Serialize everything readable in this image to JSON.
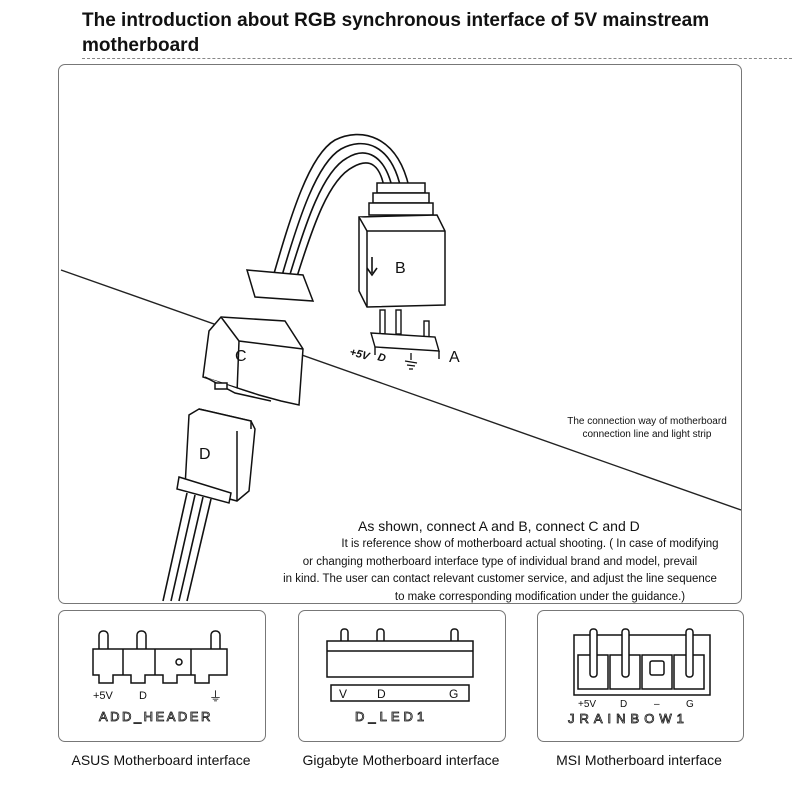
{
  "title": "The introduction about RGB synchronous interface of 5V mainstream motherboard",
  "main": {
    "labels": {
      "a": "A",
      "b": "B",
      "c": "C",
      "d": "D"
    },
    "pin_labels": {
      "plus5v": "+5V",
      "d": "D"
    },
    "note_line1": "The connection way of motherboard",
    "note_line2": "connection line and light strip",
    "connect_text": "As shown, connect A and B, connect C and D",
    "reference_lines": [
      "It is reference show of motherboard actual shooting. ( In case of modifying",
      "or changing motherboard interface type of individual brand and model, prevail",
      "in kind. The user can contact relevant customer service, and  adjust the line sequence",
      "to make corresponding modification under the guidance.)"
    ]
  },
  "interfaces": [
    {
      "brand_caption": "ASUS Motherboard interface",
      "header_name": "ADD_HEADER",
      "pins": [
        "+5V",
        "D",
        "",
        "⏚"
      ]
    },
    {
      "brand_caption": "Gigabyte Motherboard interface",
      "header_name": "D_LED1",
      "pins": [
        "V",
        "D",
        "G"
      ]
    },
    {
      "brand_caption": "MSI Motherboard interface",
      "header_name": "JRAINBOW1",
      "pins": [
        "+5V",
        "D",
        "–",
        "G"
      ]
    }
  ],
  "icons": [
    "arrow-down-icon",
    "ground-symbol-icon"
  ]
}
